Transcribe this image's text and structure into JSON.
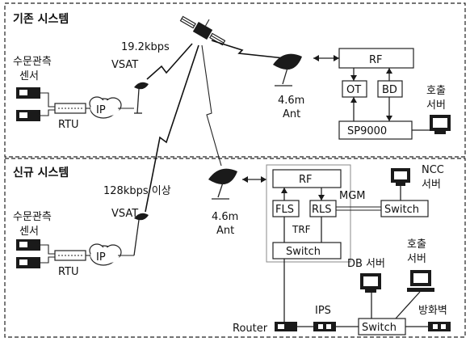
{
  "sections": {
    "existing_title": "기존 시스템",
    "new_title": "신규 시스템"
  },
  "existing": {
    "sensor": "수문관측\n센서",
    "rtu": "RTU",
    "ip": "IP",
    "vsat": "VSAT",
    "link_rate": "19.2kbps",
    "antenna": "4.6m\nAnt",
    "rf": "RF",
    "ot": "OT",
    "bd": "BD",
    "sp9000": "SP9000",
    "callout_server": "호출\n서버"
  },
  "new": {
    "sensor": "수문관측\n센서",
    "rtu": "RTU",
    "ip": "IP",
    "vsat": "VSAT",
    "link_rate": "128kbps 이상",
    "antenna": "4.6m\nAnt",
    "rf": "RF",
    "fls": "FLS",
    "rls": "RLS",
    "trf": "TRF",
    "mgm": "MGM",
    "switch_top": "Switch",
    "switch_mid": "Switch",
    "switch_bottom": "Switch",
    "ncc_server": "NCC\n서버",
    "db_server": "DB 서버",
    "callout_server": "호출\n서버",
    "router": "Router",
    "ips": "IPS",
    "firewall": "방화벽"
  }
}
